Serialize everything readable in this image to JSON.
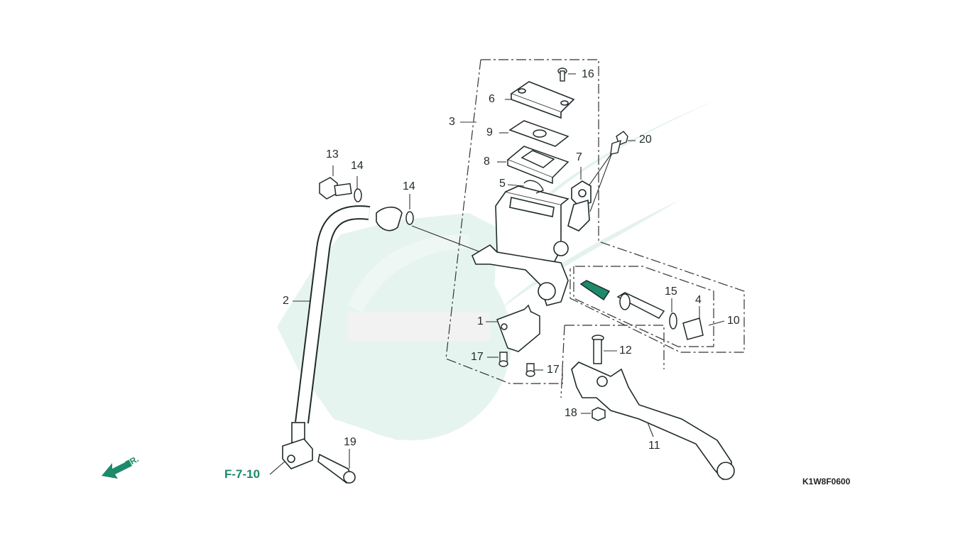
{
  "diagram": {
    "callouts": [
      {
        "id": "c16",
        "text": "16"
      },
      {
        "id": "c6",
        "text": "6"
      },
      {
        "id": "c3",
        "text": "3"
      },
      {
        "id": "c9",
        "text": "9"
      },
      {
        "id": "c20",
        "text": "20"
      },
      {
        "id": "c8",
        "text": "8"
      },
      {
        "id": "c7",
        "text": "7"
      },
      {
        "id": "c13",
        "text": "13"
      },
      {
        "id": "c14a",
        "text": "14"
      },
      {
        "id": "c14b",
        "text": "14"
      },
      {
        "id": "c5",
        "text": "5"
      },
      {
        "id": "c2",
        "text": "2"
      },
      {
        "id": "c15",
        "text": "15"
      },
      {
        "id": "c4",
        "text": "4"
      },
      {
        "id": "c10",
        "text": "10"
      },
      {
        "id": "c1",
        "text": "1"
      },
      {
        "id": "c12",
        "text": "12"
      },
      {
        "id": "c17a",
        "text": "17"
      },
      {
        "id": "c17b",
        "text": "17"
      },
      {
        "id": "c18",
        "text": "18"
      },
      {
        "id": "c11",
        "text": "11"
      },
      {
        "id": "c19",
        "text": "19"
      }
    ],
    "reference": "F-7-10",
    "direction": "FR.",
    "drawing_code": "K1W8F0600"
  },
  "colors": {
    "line": "#1f2a2a",
    "accent": "#1d8a6b",
    "watermark": "#dff0ea"
  }
}
